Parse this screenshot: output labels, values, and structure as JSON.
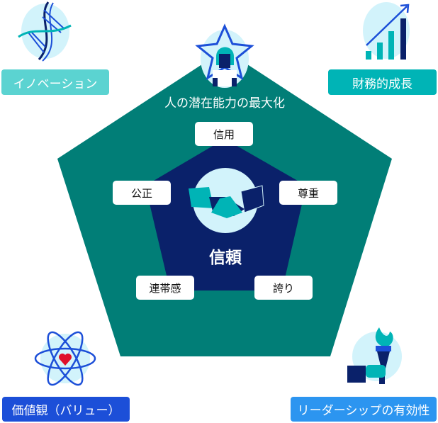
{
  "corners": {
    "innovation": "イノベーション",
    "finance": "財務的成長",
    "values": "価値観（バリュー）",
    "leadership": "リーダーシップの有効性"
  },
  "top_title": "人の潜在能力の最大化",
  "center": "信頼",
  "pillars": [
    "信用",
    "尊重",
    "誇り",
    "連帯感",
    "公正"
  ],
  "colors": {
    "outer": "#017E77",
    "inner": "#0A216A",
    "light": "#D2F3FB",
    "teal": "#5BD3D1",
    "teal2": "#00B4B6",
    "blue": "#1C4FD8",
    "sky": "#2C95F0"
  }
}
